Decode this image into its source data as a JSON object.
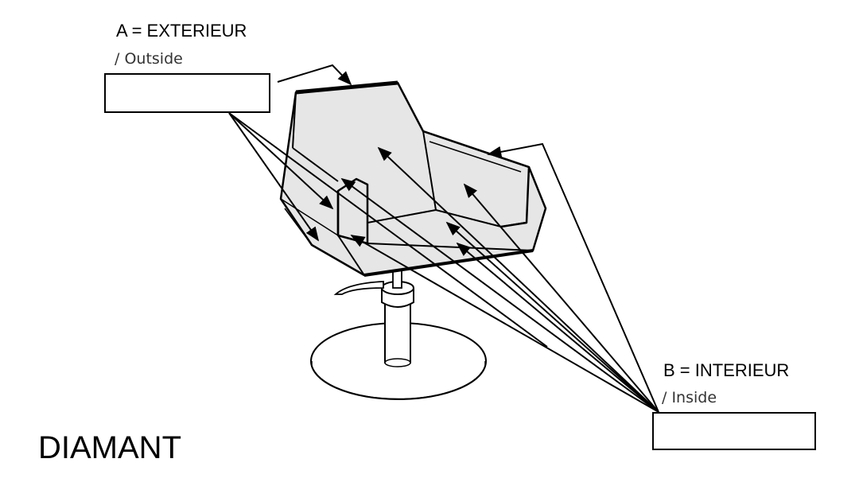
{
  "labels": {
    "a_title": "A = EXTERIEUR",
    "a_sub": "/ Outside",
    "b_title": "B = INTERIEUR",
    "b_sub": "/ Inside"
  },
  "fields": {
    "a_value": "",
    "b_value": ""
  },
  "model_name": "DIAMANT",
  "colors": {
    "line": "#000000",
    "upholstery": "#e6e6e6",
    "base": "#ffffff"
  }
}
